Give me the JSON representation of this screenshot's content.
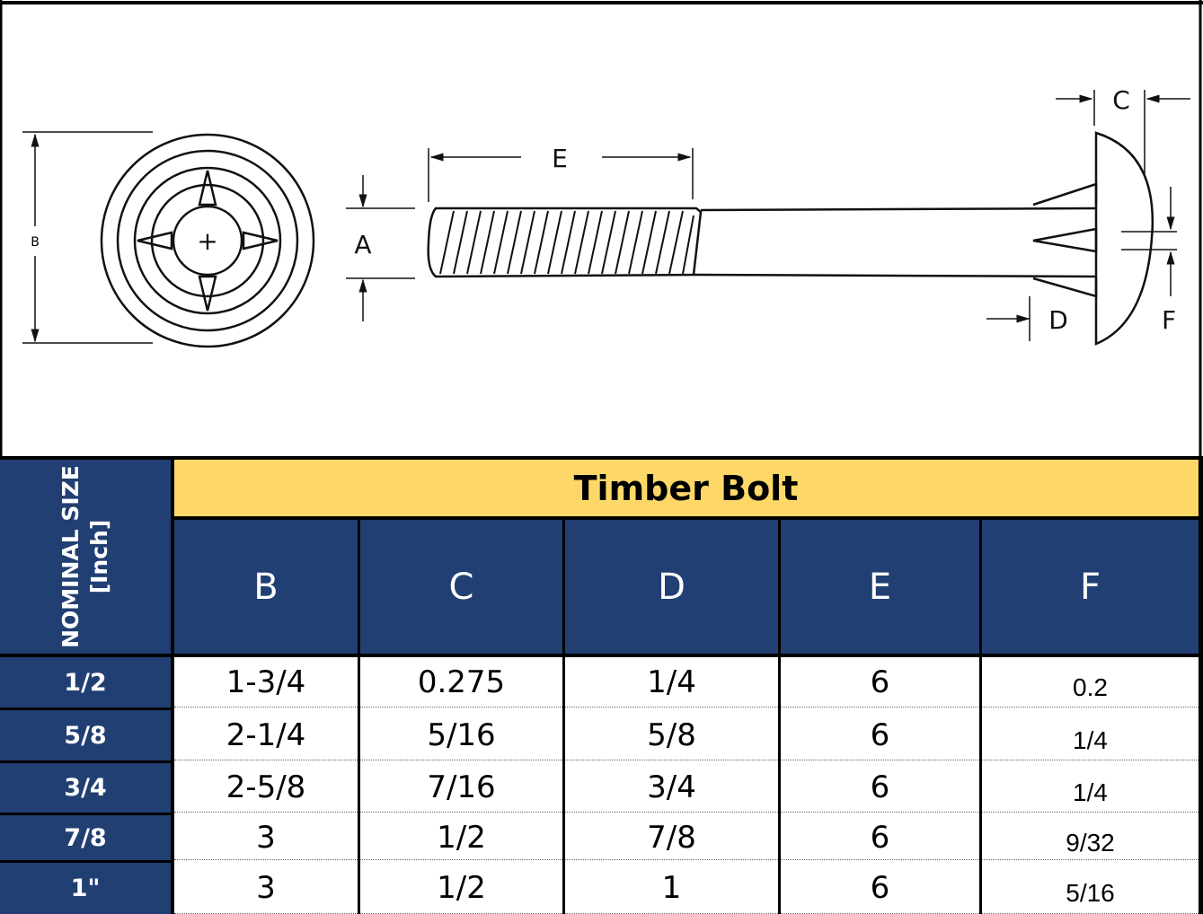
{
  "drawing": {
    "labels": {
      "A": "A",
      "B": "B",
      "C": "C",
      "D": "D",
      "E": "E",
      "F": "F",
      "plus": "+"
    }
  },
  "table": {
    "title": "Timber Bolt",
    "nominal_header": {
      "line1": "NOMINAL SIZE",
      "line2": "[Inch]"
    },
    "columns": [
      "B",
      "C",
      "D",
      "E",
      "F"
    ],
    "rows": [
      {
        "size": "1/2",
        "values": [
          "1-3/4",
          "0.275",
          "1/4",
          "6",
          "0.2"
        ]
      },
      {
        "size": "5/8",
        "values": [
          "2-1/4",
          "5/16",
          "5/8",
          "6",
          "1/4"
        ]
      },
      {
        "size": "3/4",
        "values": [
          "2-5/8",
          "7/16",
          "3/4",
          "6",
          "1/4"
        ]
      },
      {
        "size": "7/8",
        "values": [
          "3",
          "1/2",
          "7/8",
          "6",
          "9/32"
        ]
      },
      {
        "size": "1\"",
        "values": [
          "3",
          "1/2",
          "1",
          "6",
          "5/16"
        ]
      }
    ]
  },
  "colors": {
    "navy": "#213f72",
    "yellow": "#fdd868"
  }
}
